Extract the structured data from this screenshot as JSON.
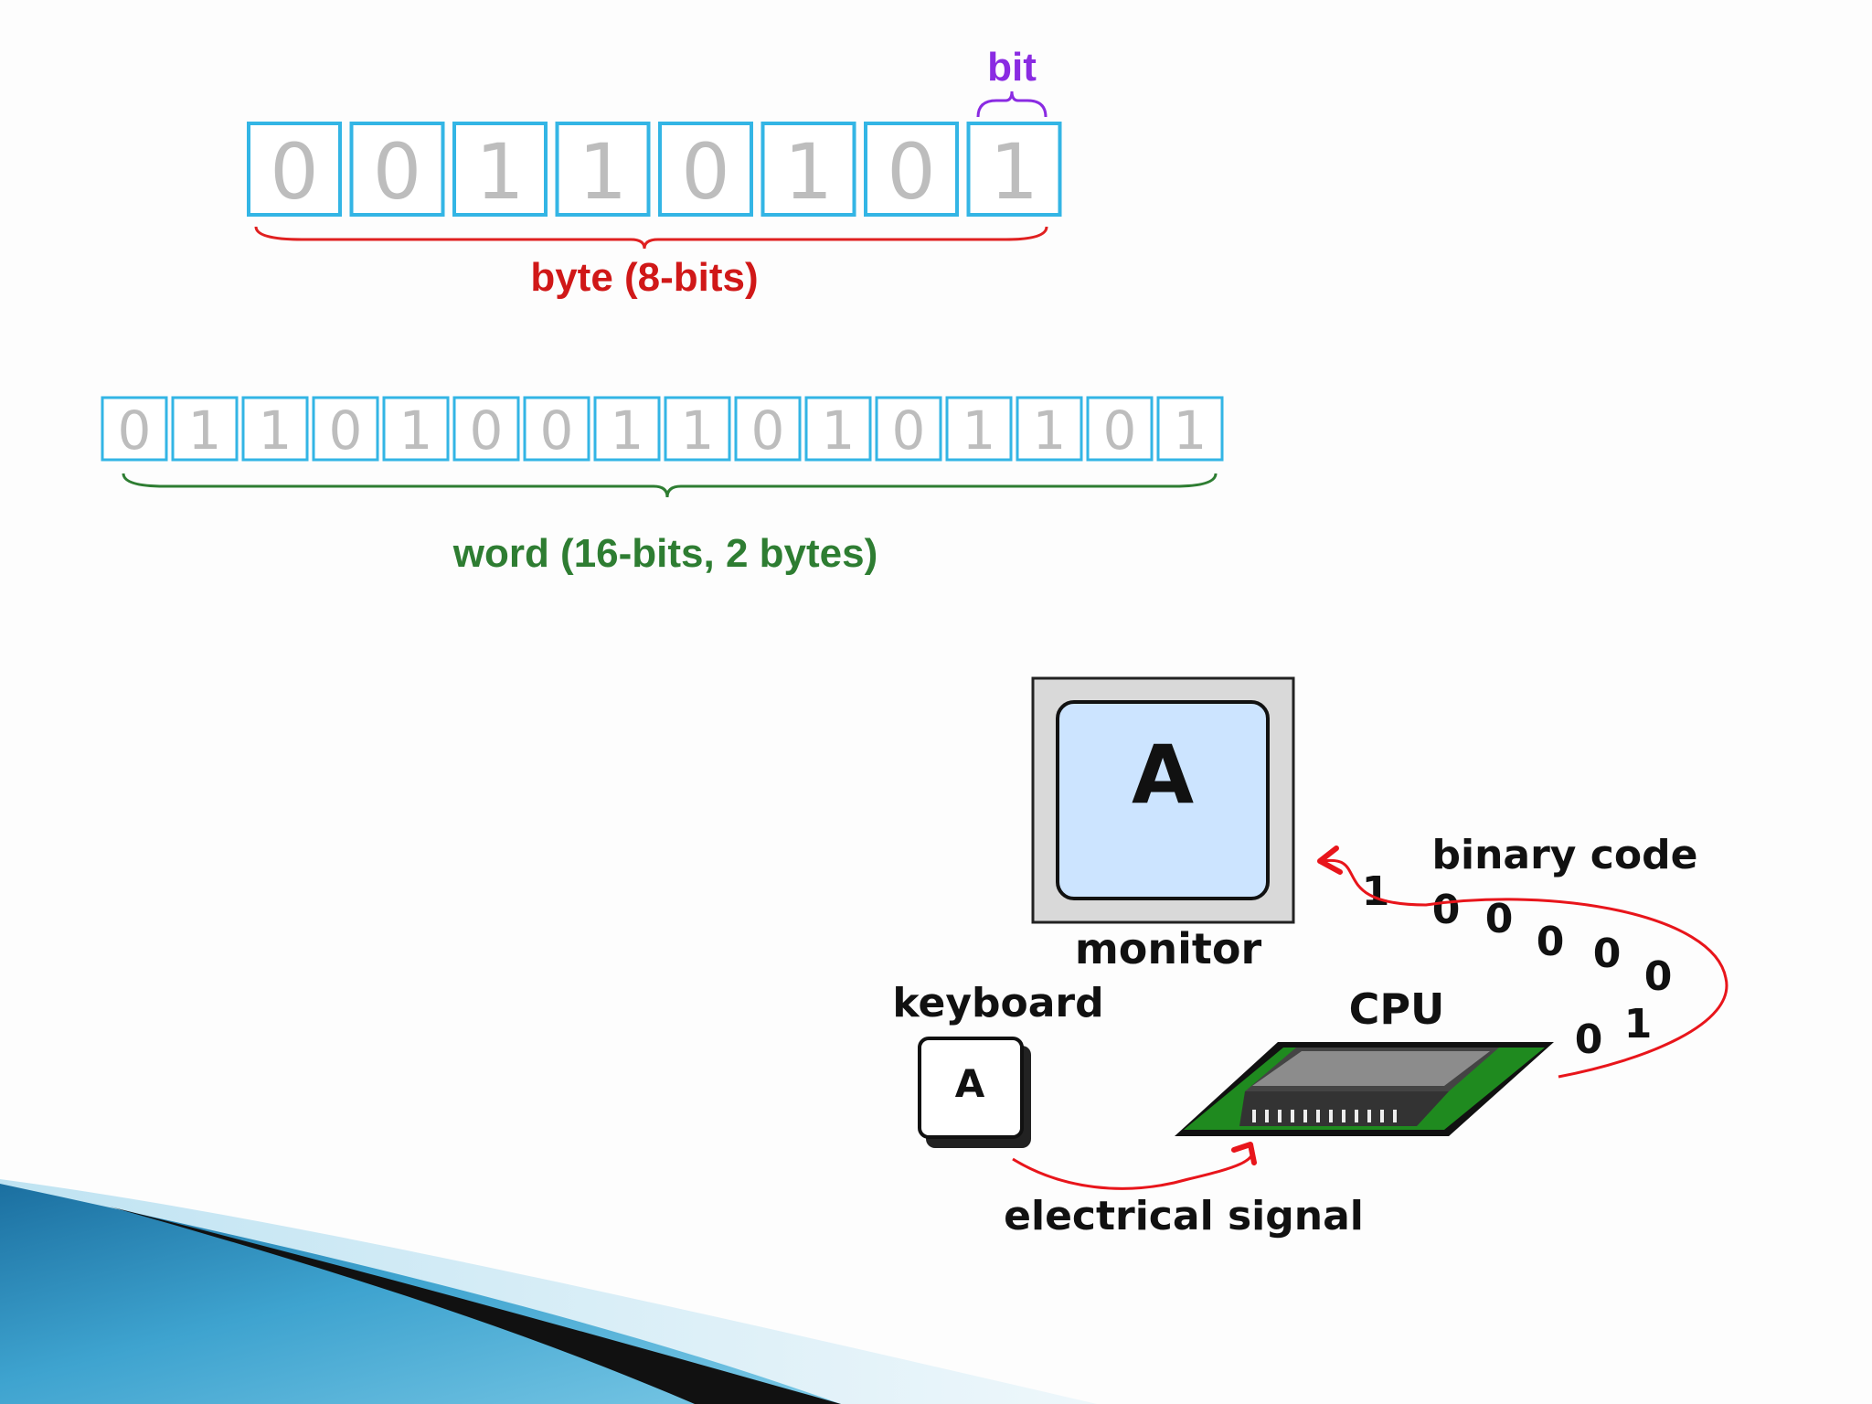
{
  "diagram": {
    "bit_label": "bit",
    "byte": {
      "bits": [
        "0",
        "0",
        "1",
        "1",
        "0",
        "1",
        "0",
        "1"
      ],
      "label": "byte (8-bits)"
    },
    "word": {
      "bits": [
        "0",
        "1",
        "1",
        "0",
        "1",
        "0",
        "0",
        "1",
        "1",
        "0",
        "1",
        "0",
        "1",
        "1",
        "0",
        "1"
      ],
      "label": "word (16-bits,  2 bytes)"
    },
    "monitor": {
      "screen_char": "A",
      "label": "monitor"
    },
    "keyboard": {
      "key_char": "A",
      "label": "keyboard"
    },
    "cpu": {
      "label": "CPU"
    },
    "binary_code": {
      "label": "binary code",
      "digits": [
        "1",
        "0",
        "0",
        "0",
        "0",
        "0",
        "0",
        "1"
      ]
    },
    "electrical_signal_label": "electrical signal"
  },
  "colors": {
    "box_border": "#33b5e5",
    "byte_brace": "#e02020",
    "bit_brace": "#8a2be2",
    "word_brace": "#2e7d32",
    "arrow": "#e8151b",
    "monitor_screen": "#cce4ff",
    "cpu_board": "#1f8a1f"
  }
}
